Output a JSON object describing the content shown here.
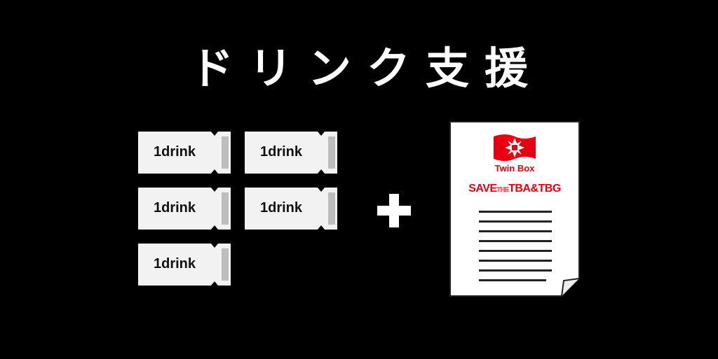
{
  "title": "ドリンク支援",
  "tickets": [
    {
      "label": "1drink"
    },
    {
      "label": "1drink"
    },
    {
      "label": "1drink"
    },
    {
      "label": "1drink"
    },
    {
      "label": "1drink"
    }
  ],
  "operator": "plus-icon",
  "document": {
    "logo_text": "Twin Box",
    "headline": {
      "part1": "SAVE",
      "part2": "THE",
      "part3": "TBA&TBG"
    },
    "text_lines": 8
  },
  "colors": {
    "background": "#000000",
    "accent": "#e60012",
    "ticket": "#f2f2f2"
  }
}
